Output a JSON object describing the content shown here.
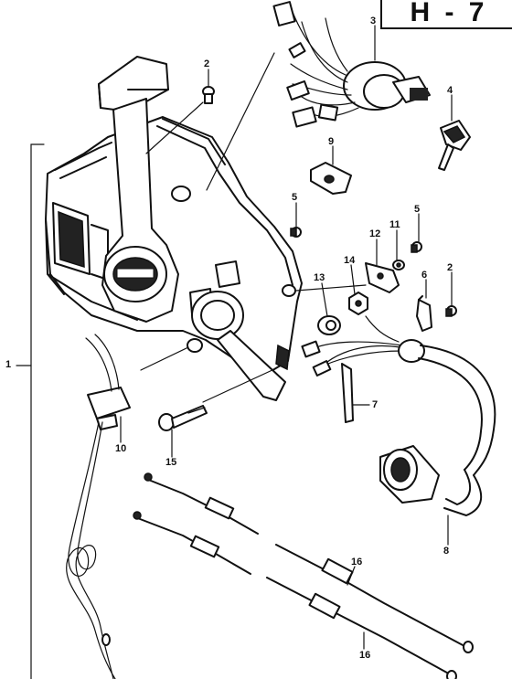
{
  "diagram": {
    "code": "H - 7"
  },
  "callouts": {
    "p1": "1",
    "p2a": "2",
    "p2b": "2",
    "p3": "3",
    "p4": "4",
    "p5a": "5",
    "p5b": "5",
    "p6": "6",
    "p7": "7",
    "p8": "8",
    "p9": "9",
    "p10": "10",
    "p11": "11",
    "p12": "12",
    "p13": "13",
    "p14": "14",
    "p15": "15",
    "p16a": "16",
    "p16b": "16"
  },
  "parts": [
    {
      "name": "remote-control-box",
      "icon": "control-box-icon"
    },
    {
      "name": "screw",
      "icon": "screw-icon"
    },
    {
      "name": "ignition-switch",
      "icon": "ignition-switch-icon"
    },
    {
      "name": "key",
      "icon": "key-icon"
    },
    {
      "name": "washer",
      "icon": "washer-icon"
    },
    {
      "name": "clamp",
      "icon": "clamp-icon"
    },
    {
      "name": "wire-lead",
      "icon": "wire-icon"
    },
    {
      "name": "wiring-harness-connector",
      "icon": "connector-icon"
    },
    {
      "name": "switch-plate",
      "icon": "plate-icon"
    },
    {
      "name": "emergency-stop-switch",
      "icon": "stop-switch-icon"
    },
    {
      "name": "bracket",
      "icon": "bracket-icon"
    },
    {
      "name": "collar",
      "icon": "collar-icon"
    },
    {
      "name": "nut",
      "icon": "nut-icon"
    },
    {
      "name": "bolt",
      "icon": "bolt-icon"
    },
    {
      "name": "control-cable",
      "icon": "cable-icon"
    }
  ]
}
